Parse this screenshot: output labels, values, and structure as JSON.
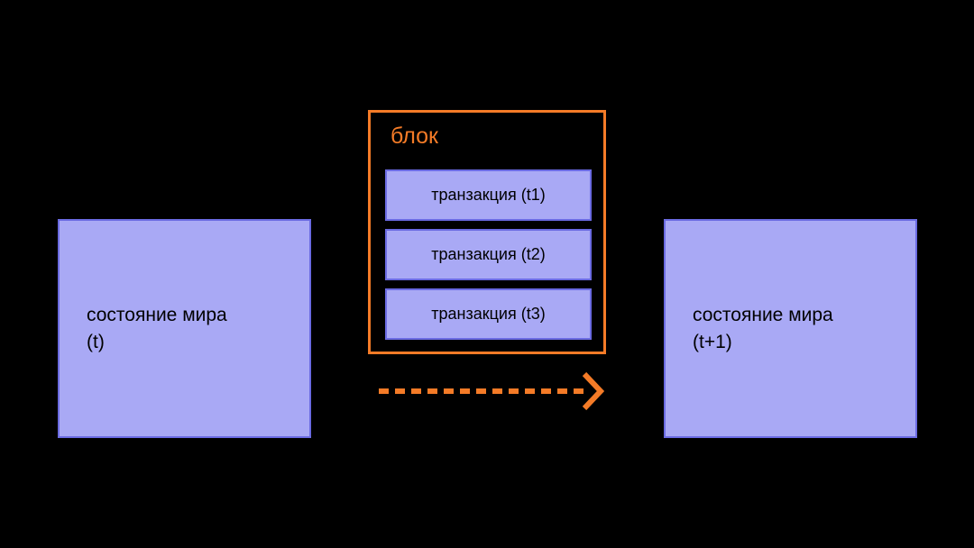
{
  "diagram": {
    "title_text": "",
    "colors": {
      "background": "#000000",
      "state_fill": "#a9a9f5",
      "state_border": "#6b6be2",
      "block_border": "#f47b27",
      "block_label": "#f47b27",
      "arrow": "#f47b27",
      "text": "#000000"
    },
    "state_left": {
      "label": "состояние мира\n(t)"
    },
    "state_right": {
      "label": "состояние мира\n(t+1)"
    },
    "block": {
      "label": "блок",
      "transactions": [
        {
          "label": "транзакция (t1)"
        },
        {
          "label": "транзакция (t2)"
        },
        {
          "label": "транзакция (t3)"
        }
      ]
    },
    "arrow": {
      "name": "dashed-arrow-right",
      "direction": "right",
      "style": "dashed",
      "head": "chevron"
    }
  }
}
